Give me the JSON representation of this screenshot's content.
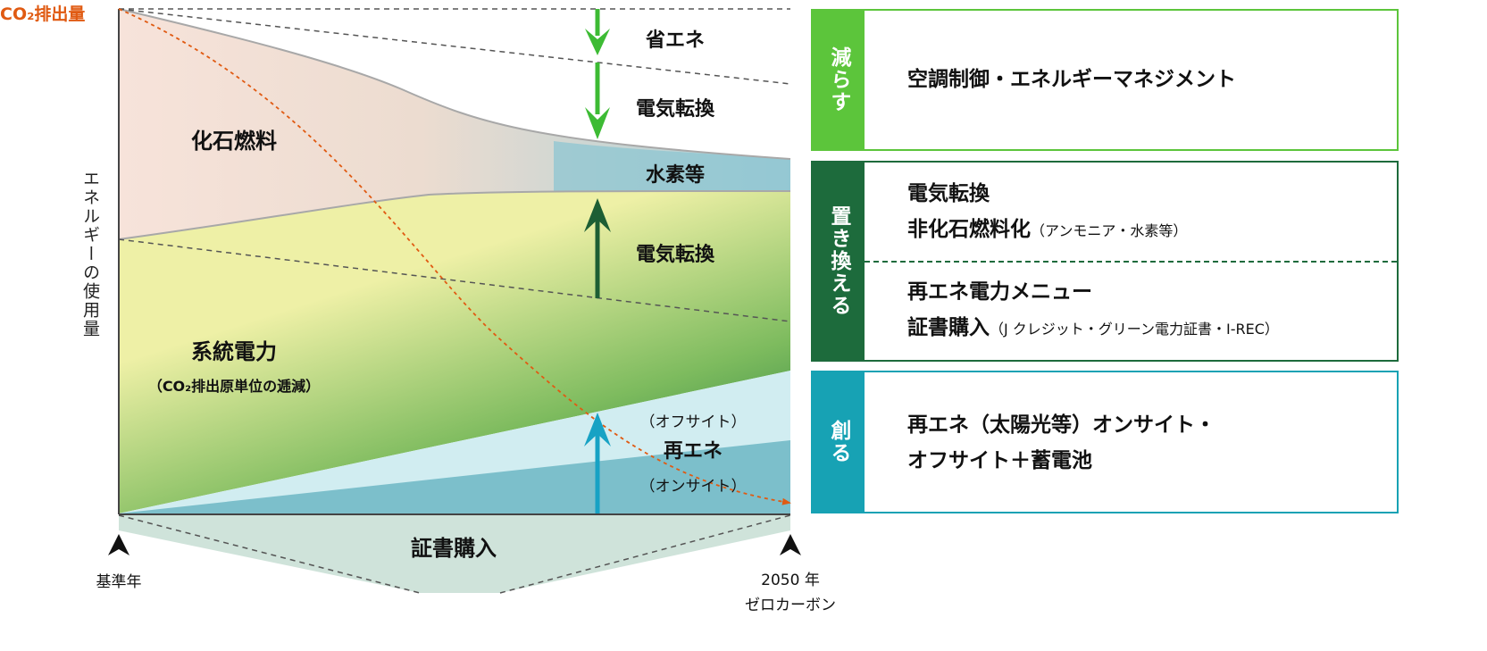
{
  "chart": {
    "y_axis_title": "エネルギーの使用量",
    "emission_label": "CO₂排出量",
    "start_label": "基準年",
    "end_label_year": "2050 年",
    "end_label_goal": "ゼロカーボン",
    "areas": {
      "fossil": "化石燃料",
      "grid": "系統電力",
      "grid_note": "（CO₂排出原単位の逓減）",
      "hydrogen": "水素等",
      "certificate": "証書購入"
    },
    "arrow_labels": {
      "energy_saving": "省エネ",
      "electrification_top": "電気転換",
      "electrification_mid": "電気転換",
      "offsite": "（オフサイト）",
      "renewable": "再エネ",
      "onsite": "（オンサイト）"
    }
  },
  "panels": {
    "reduce": {
      "tab": "減らす",
      "color": "#5cc53b",
      "line1": "空調制御・エネルギーマネジメント"
    },
    "replace": {
      "tab": "置き換える",
      "color": "#1d6b3c",
      "line1": "電気転換",
      "line2": "非化石燃料化",
      "line2_note": "（アンモニア・水素等）",
      "line3": "再エネ電力メニュー",
      "line4": "証書購入",
      "line4_note": "（J クレジット・グリーン電力証書・I-REC）"
    },
    "create": {
      "tab": "創る",
      "color": "#17a2b4",
      "line1": "再エネ（太陽光等）オンサイト・",
      "line2": "オフサイト＋蓄電池"
    }
  },
  "colors": {
    "emission_curve": "#e05a12",
    "fossil_fill": "#f7e3da",
    "grid_fill": "#eef0a6",
    "grid_dark": "#1e7a3c",
    "hydrogen_fill": "#8ec6d2",
    "renewable_light": "#d1edf1",
    "renewable_dark": "#7cbfcb",
    "certificate_fill": "#cfe3da"
  }
}
